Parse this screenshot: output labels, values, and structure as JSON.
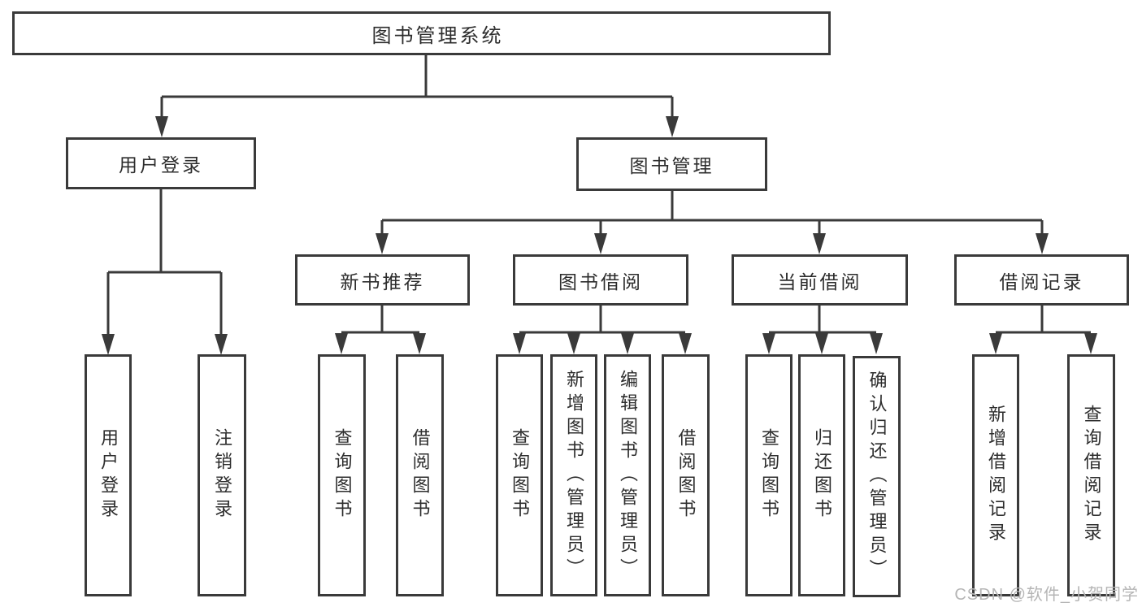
{
  "tree": {
    "label": "图书管理系统",
    "children": [
      {
        "label": "用户登录",
        "children": [
          {
            "label": "用户登录"
          },
          {
            "label": "注销登录"
          }
        ]
      },
      {
        "label": "图书管理",
        "children": [
          {
            "label": "新书推荐",
            "children": [
              {
                "label": "查询图书"
              },
              {
                "label": "借阅图书"
              }
            ]
          },
          {
            "label": "图书借阅",
            "children": [
              {
                "label": "查询图书"
              },
              {
                "label": "新增图书（管理员）"
              },
              {
                "label": "编辑图书（管理员）"
              },
              {
                "label": "借阅图书"
              }
            ]
          },
          {
            "label": "当前借阅",
            "children": [
              {
                "label": "查询图书"
              },
              {
                "label": "归还图书"
              },
              {
                "label": "确认归还（管理员）"
              }
            ]
          },
          {
            "label": "借阅记录",
            "children": [
              {
                "label": "新增借阅记录"
              },
              {
                "label": "查询借阅记录"
              }
            ]
          }
        ]
      }
    ]
  },
  "watermark": "CSDN @软件_小贺同学",
  "colors": {
    "line": "#3a3a3a",
    "text": "#2d2d2d",
    "watermark": "#b5b5b5",
    "background": "#ffffff"
  }
}
